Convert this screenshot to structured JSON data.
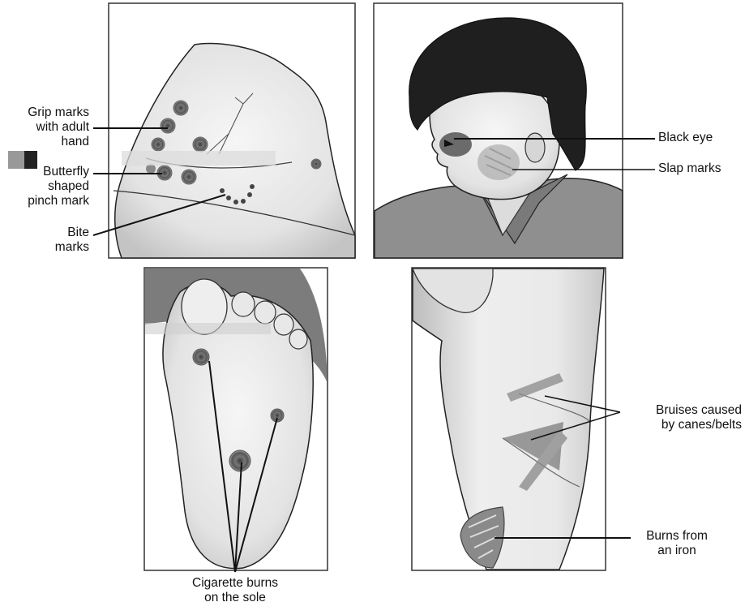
{
  "panels": {
    "arm": {
      "labels": {
        "grip": [
          "Grip marks",
          "with adult",
          "hand"
        ],
        "butterfly": [
          "Butterfly",
          "shaped",
          "pinch mark"
        ],
        "bite": [
          "Bite",
          "marks"
        ]
      }
    },
    "face": {
      "labels": {
        "black_eye": "Black eye",
        "slap": "Slap marks"
      }
    },
    "foot": {
      "labels": {
        "cigarette": [
          "Cigarette burns",
          "on the sole"
        ]
      }
    },
    "torso": {
      "labels": {
        "bruises": [
          "Bruises caused",
          "by canes/belts"
        ],
        "iron": [
          "Burns from",
          "an iron"
        ]
      }
    }
  }
}
